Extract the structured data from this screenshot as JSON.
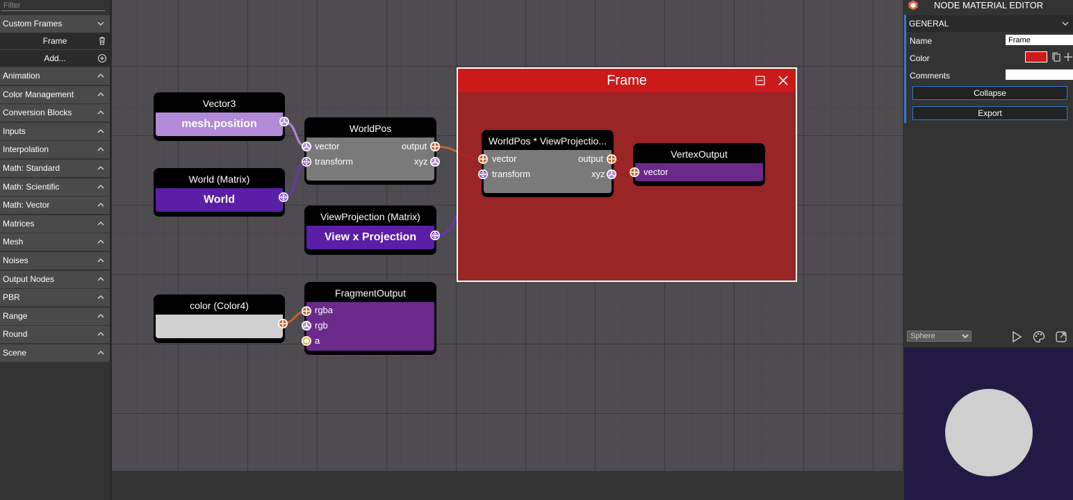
{
  "left_panel": {
    "filter_placeholder": "Filter",
    "custom_frames": {
      "label": "Custom Frames",
      "items": [
        {
          "label": "Frame",
          "icon": "trash-icon"
        },
        {
          "label": "Add...",
          "icon": "add-circle-icon"
        }
      ]
    },
    "categories": [
      "Animation",
      "Color Management",
      "Conversion Blocks",
      "Inputs",
      "Interpolation",
      "Math: Standard",
      "Math: Scientific",
      "Math: Vector",
      "Matrices",
      "Mesh",
      "Noises",
      "Output Nodes",
      "PBR",
      "Range",
      "Round",
      "Scene"
    ]
  },
  "graph": {
    "frame": {
      "title": "Frame",
      "color": "#cc1a1a"
    },
    "nodes": {
      "vector3": {
        "title": "Vector3",
        "value": "mesh.position",
        "color": "#b18ad8"
      },
      "world_matrix": {
        "title": "World (Matrix)",
        "value": "World",
        "color": "#5a1fa6"
      },
      "worldpos": {
        "title": "WorldPos",
        "inputs": [
          "vector",
          "transform"
        ],
        "outputs": [
          "output",
          "xyz"
        ],
        "color": "#7a7a7a"
      },
      "viewprojection": {
        "title": "ViewProjection (Matrix)",
        "value": "View x Projection",
        "color": "#5a1fa6"
      },
      "worldpos_vp": {
        "title": "WorldPos * ViewProjectio...",
        "inputs": [
          "vector",
          "transform"
        ],
        "outputs": [
          "output",
          "xyz"
        ],
        "color": "#7a7a7a"
      },
      "vertex_output": {
        "title": "VertexOutput",
        "inputs": [
          "vector"
        ],
        "color": "#6b2a8a"
      },
      "color4": {
        "title": "color (Color4)",
        "color": "#d0d0d0"
      },
      "fragment_output": {
        "title": "FragmentOutput",
        "inputs": [
          "rgba",
          "rgb",
          "a"
        ],
        "color": "#6b2a8a"
      }
    }
  },
  "right_panel": {
    "title": "NODE MATERIAL EDITOR",
    "section": "GENERAL",
    "name_label": "Name",
    "name_value": "Frame",
    "color_label": "Color",
    "color_value": "#cc1a1a",
    "comments_label": "Comments",
    "comments_value": "",
    "collapse_label": "Collapse",
    "export_label": "Export",
    "preview_mesh": "Sphere",
    "preview_mesh_options": [
      "Sphere"
    ],
    "preview_background": "#221a45"
  }
}
